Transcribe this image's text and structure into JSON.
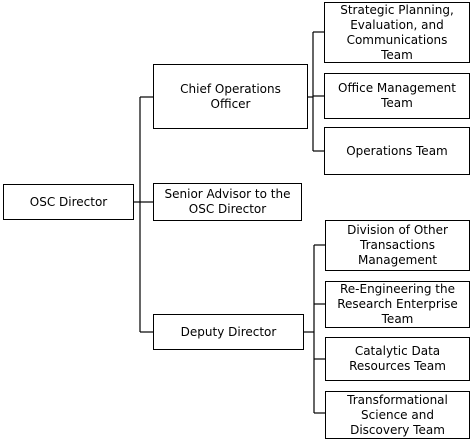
{
  "org_chart": {
    "root": {
      "label": "OSC Director"
    },
    "level1": {
      "chief_operations_officer": "Chief Operations\nOfficer",
      "senior_advisor": "Senior Advisor to the\nOSC Director",
      "deputy_director": "Deputy Director"
    },
    "coo_teams": {
      "strategic_planning": "Strategic Planning,\nEvaluation, and\nCommunications\nTeam",
      "office_management": "Office Management\nTeam",
      "operations": "Operations Team"
    },
    "deputy_teams": {
      "other_transactions": "Division of Other\nTransactions\nManagement",
      "reengineering": "Re-Engineering the\nResearch Enterprise\nTeam",
      "catalytic_data": "Catalytic Data\nResources Team",
      "transformational_science": "Transformational\nScience and\nDiscovery Team"
    }
  }
}
